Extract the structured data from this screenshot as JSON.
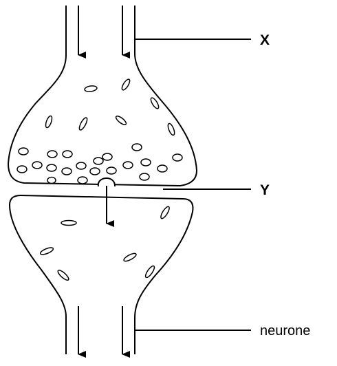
{
  "labels": {
    "x": "X",
    "y": "Y",
    "neurone": "neurone"
  },
  "colors": {
    "stroke": "#000000",
    "fill": "#ffffff",
    "text": "#000000"
  }
}
